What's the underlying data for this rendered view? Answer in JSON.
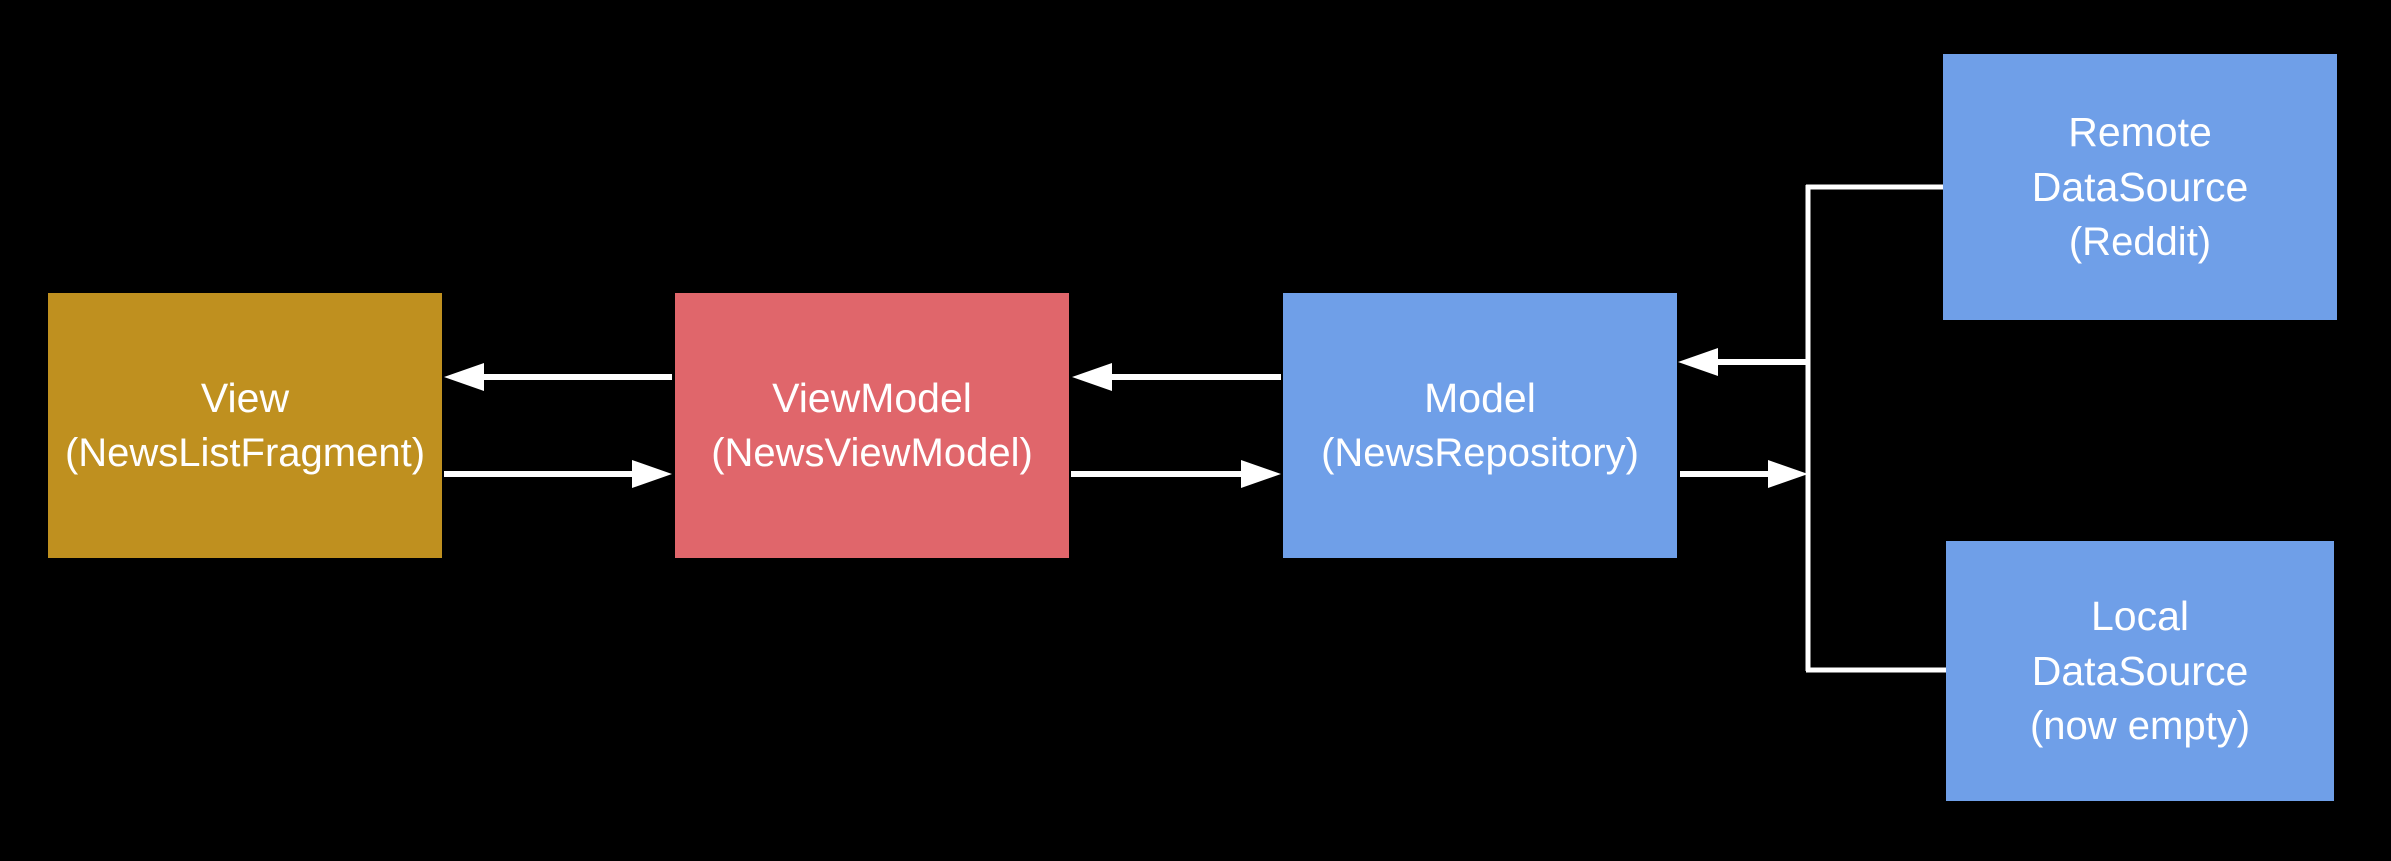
{
  "colors": {
    "background": "#000000",
    "view": "#bf901f",
    "viewmodel": "#e0666b",
    "model": "#6f9fe8",
    "datasource": "#6f9fe8",
    "arrow": "#ffffff",
    "text": "#ffffff"
  },
  "nodes": {
    "view": {
      "title": "View",
      "subtitle": "(NewsListFragment)"
    },
    "viewmodel": {
      "title": "ViewModel",
      "subtitle": "(NewsViewModel)"
    },
    "model": {
      "title": "Model",
      "subtitle": "(NewsRepository)"
    },
    "remote": {
      "line1": "Remote",
      "line2": "DataSource",
      "subtitle": "(Reddit)"
    },
    "local": {
      "line1": "Local",
      "line2": "DataSource",
      "subtitle": "(now empty)"
    }
  }
}
